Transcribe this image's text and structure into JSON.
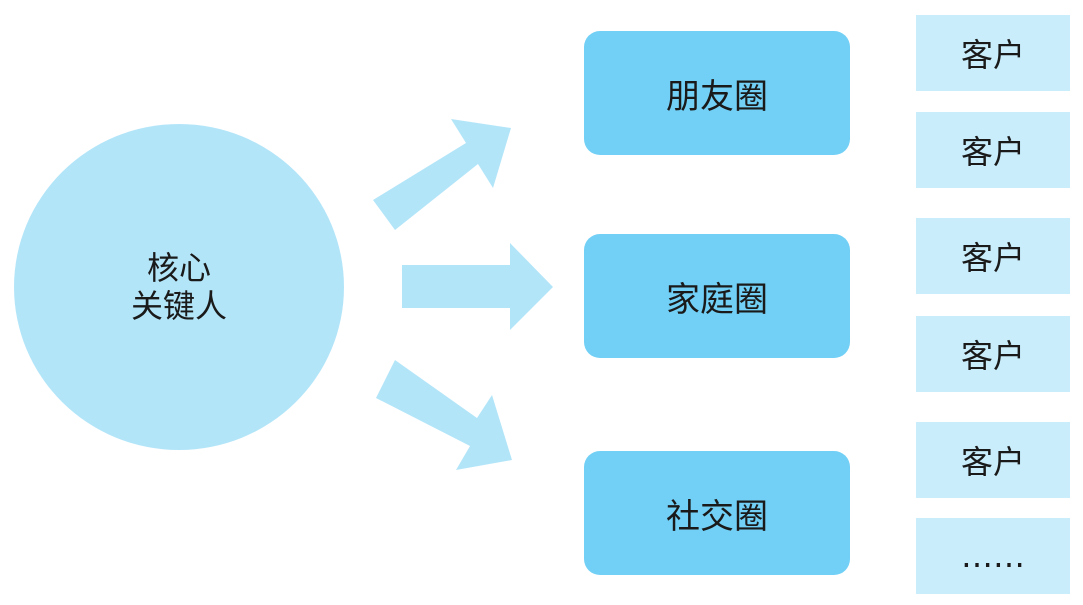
{
  "core": {
    "line1": "核心",
    "line2": "关键人"
  },
  "circles": [
    {
      "label": "朋友圈"
    },
    {
      "label": "家庭圈"
    },
    {
      "label": "社交圈"
    }
  ],
  "customers": [
    {
      "label": "客户"
    },
    {
      "label": "客户"
    },
    {
      "label": "客户"
    },
    {
      "label": "客户"
    },
    {
      "label": "客户"
    },
    {
      "label": "……"
    }
  ],
  "colors": {
    "core_fill": "#b3e5f9",
    "arrow_fill": "#b3e5f9",
    "circle_fill": "#72d0f6",
    "customer_fill": "#c9edfb",
    "text": "#1a1a1a"
  }
}
